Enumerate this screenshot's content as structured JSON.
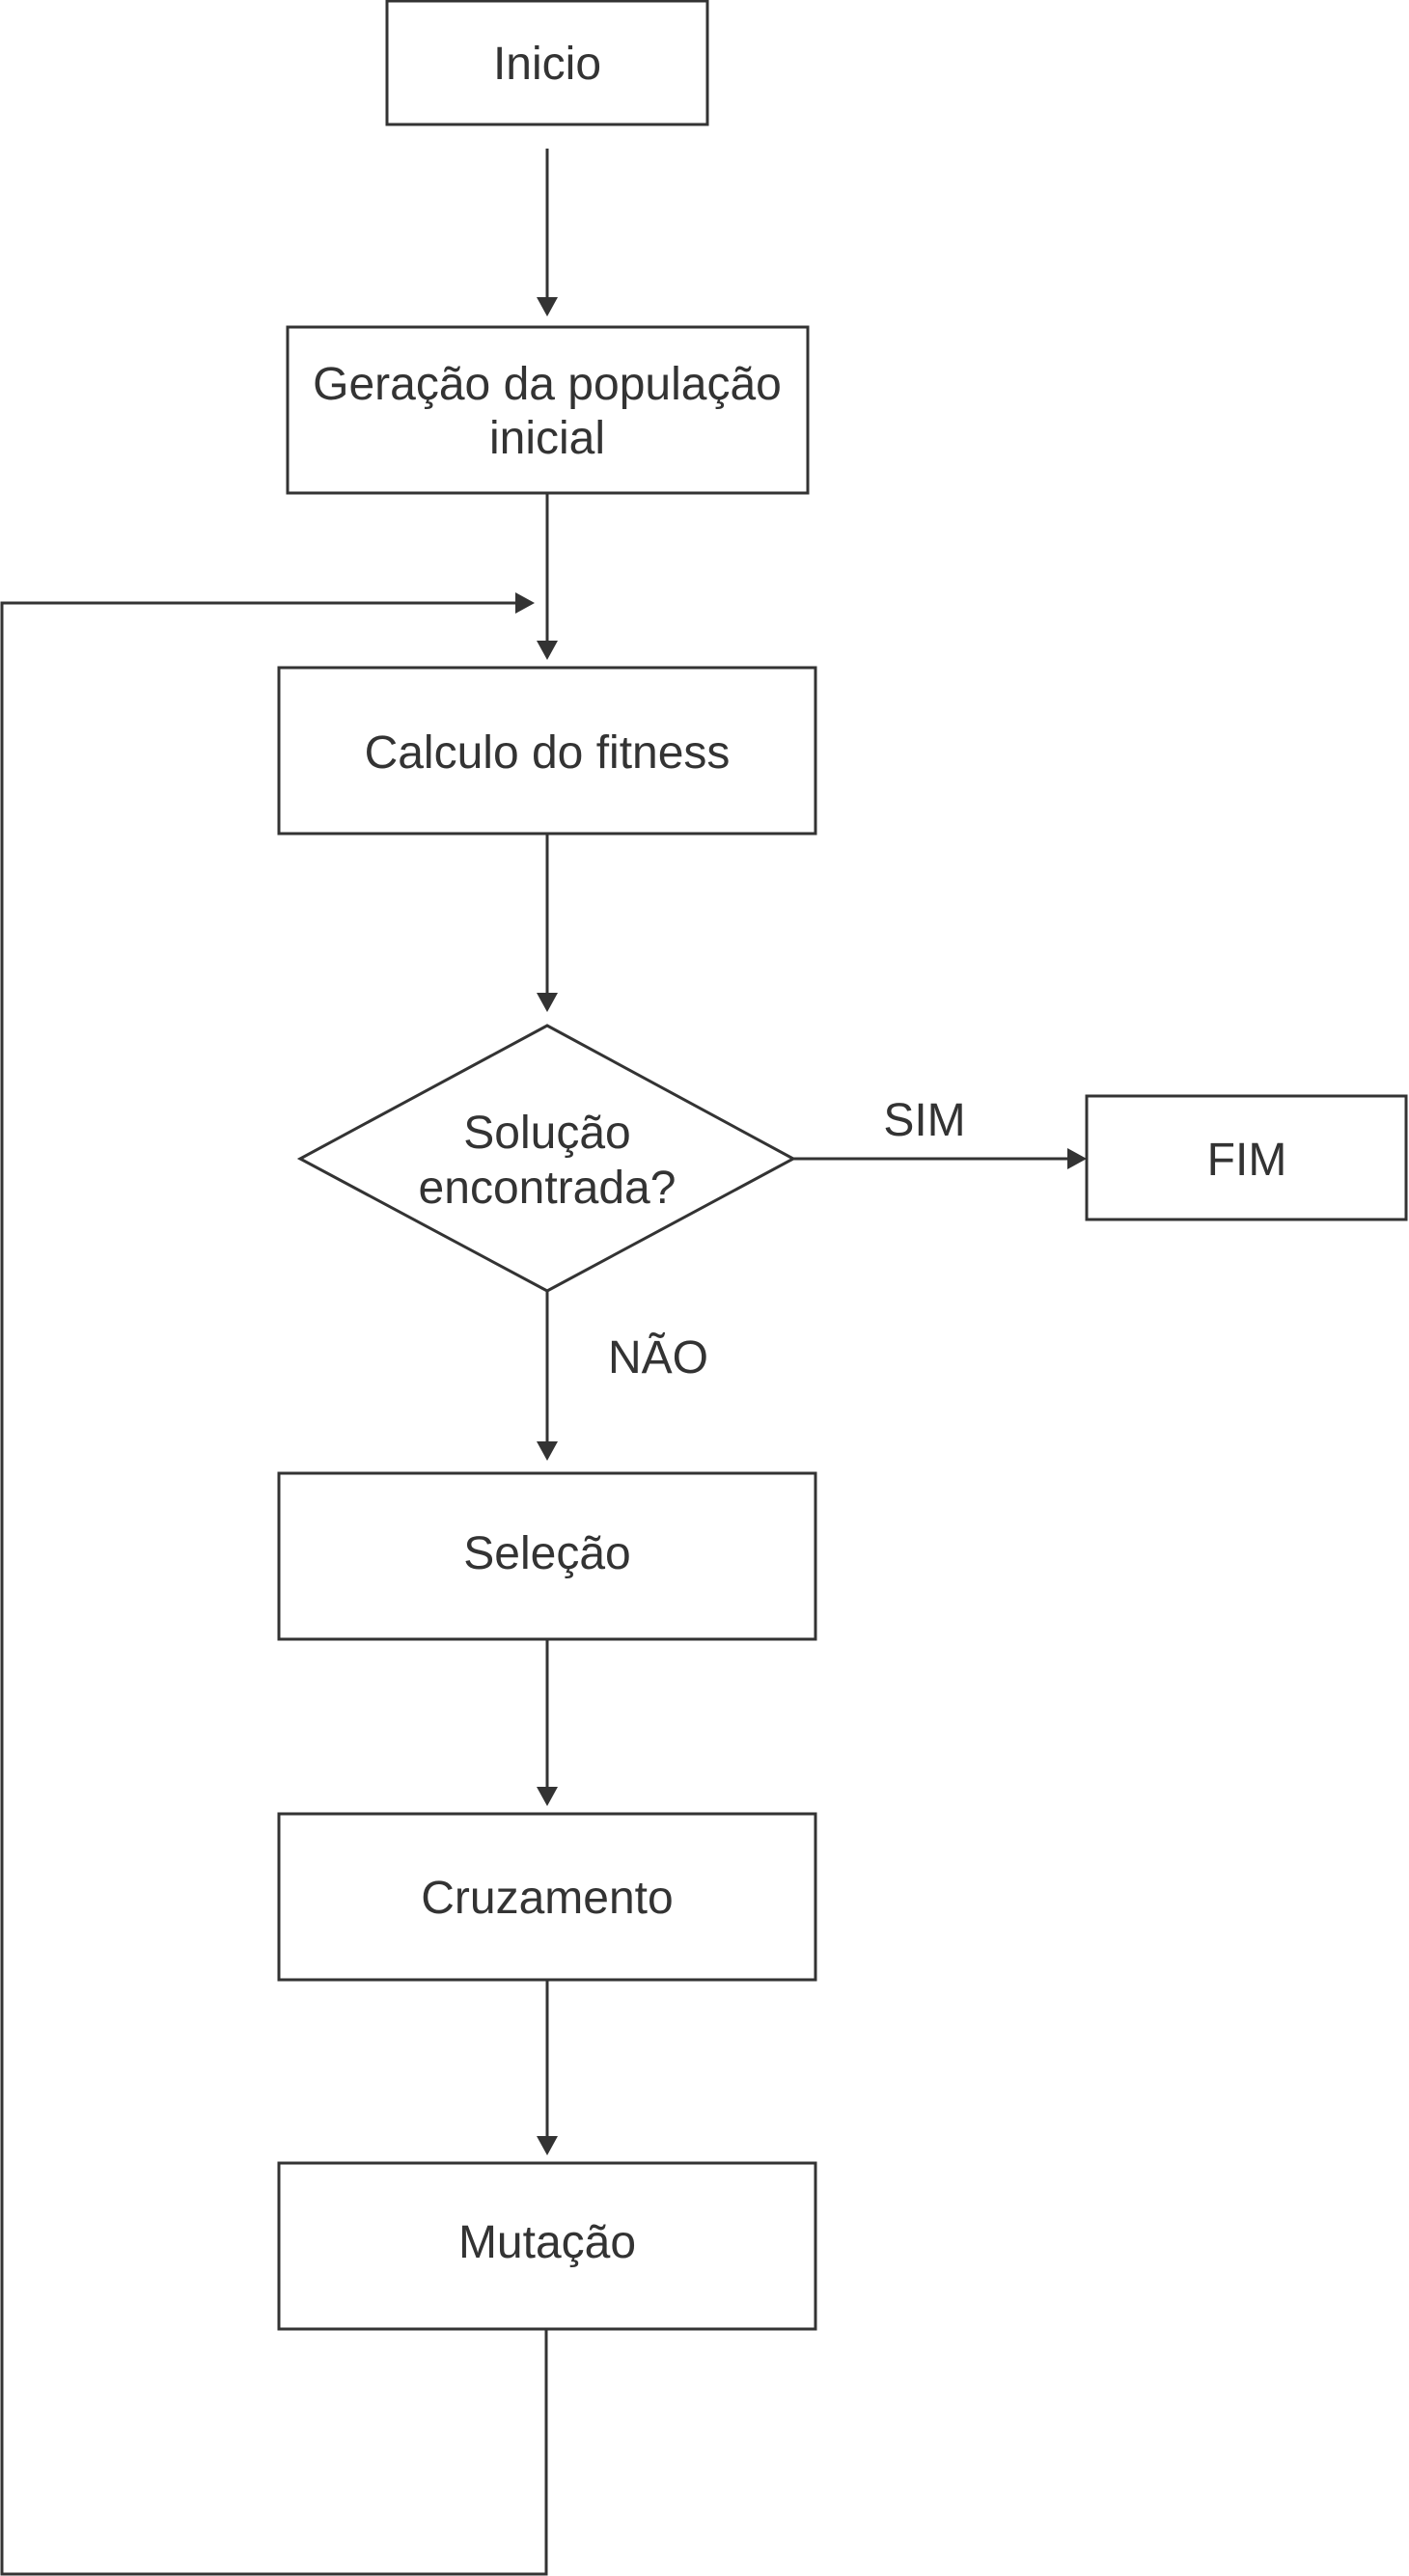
{
  "diagram": {
    "type": "flowchart",
    "colors": {
      "stroke": "#333333",
      "text": "#333333",
      "background": "#ffffff"
    },
    "nodes": {
      "start": {
        "lines": [
          "Inicio"
        ]
      },
      "init_population": {
        "lines": [
          "Geração da população",
          "inicial"
        ]
      },
      "fitness": {
        "lines": [
          "Calculo do fitness"
        ]
      },
      "decision": {
        "lines": [
          "Solução",
          "encontrada?"
        ]
      },
      "end": {
        "lines": [
          "FIM"
        ]
      },
      "selection": {
        "lines": [
          "Seleção"
        ]
      },
      "crossover": {
        "lines": [
          "Cruzamento"
        ]
      },
      "mutation": {
        "lines": [
          "Mutação"
        ]
      }
    },
    "edge_labels": {
      "yes": "SIM",
      "no": "NÃO"
    }
  }
}
